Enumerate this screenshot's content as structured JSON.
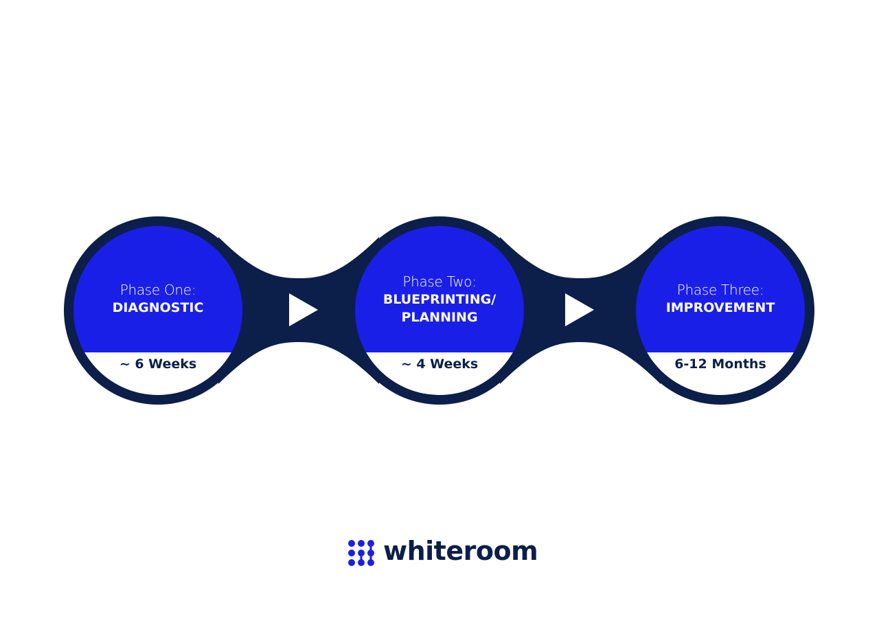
{
  "phases": [
    {
      "phase": "Phase One:",
      "name": "DIAGNOSTIC",
      "name2": "",
      "duration": "~ 6 Weeks"
    },
    {
      "phase": "Phase Two:",
      "name": "BLUEPRINTING/",
      "name2": "PLANNING",
      "duration": "~ 4 Weeks"
    },
    {
      "phase": "Phase Three:",
      "name": "IMPROVEMENT",
      "name2": "",
      "duration": "6-12 Months"
    }
  ],
  "logo": {
    "text": "whiteroom"
  },
  "colors": {
    "navy": "#0c1f4a",
    "blue": "#1a1fe8",
    "white": "#ffffff"
  },
  "icons": [
    "arrow-right-icon",
    "logo-dots-icon"
  ]
}
